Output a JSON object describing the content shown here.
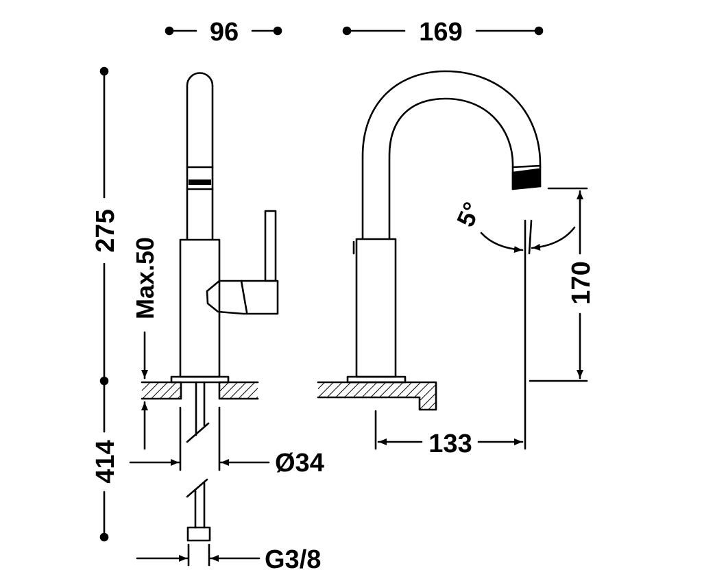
{
  "dimensions": {
    "width_top_left": "96",
    "width_top_right": "169",
    "height_total": "275",
    "max_deck": "Max.50",
    "height_below": "414",
    "spout_height": "170",
    "spout_reach": "133",
    "angle": "5°",
    "diameter_hole": "Ø34",
    "thread": "G3/8"
  },
  "colors": {
    "line": "#000000",
    "background": "#ffffff"
  }
}
